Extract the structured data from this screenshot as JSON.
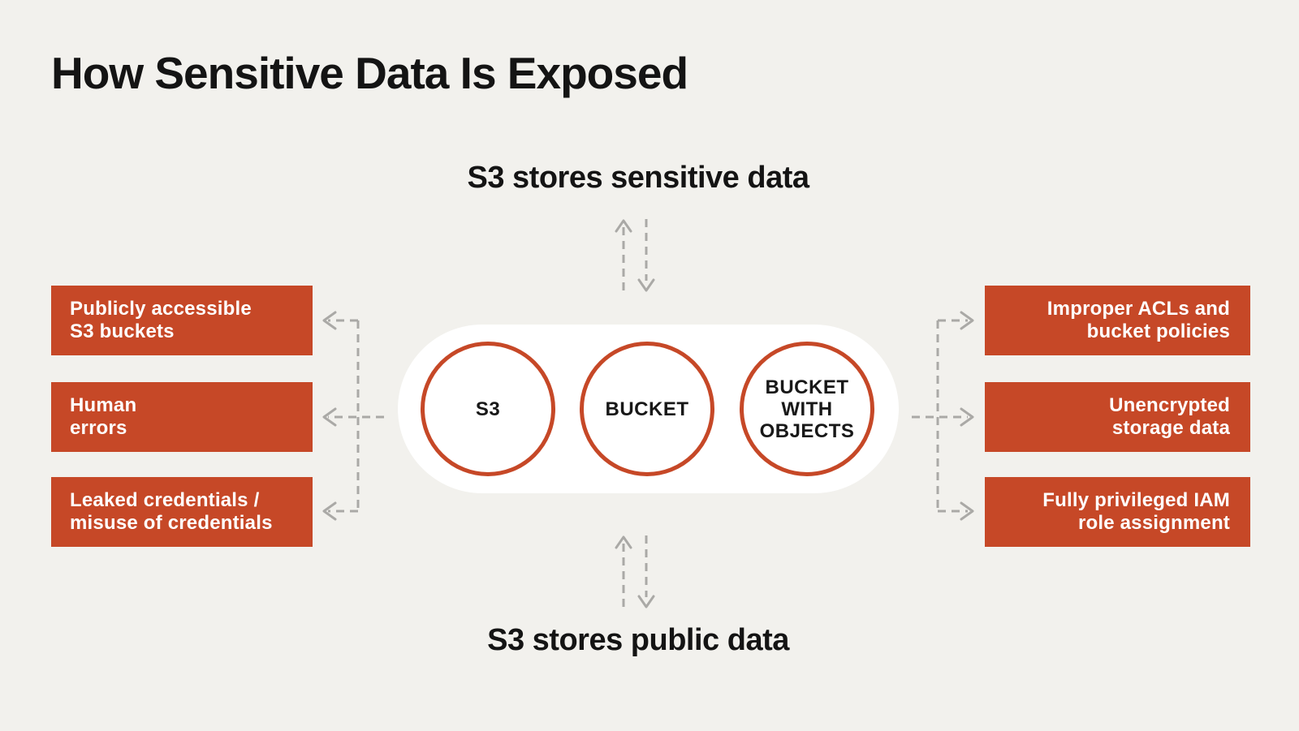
{
  "page": {
    "title": "How Sensitive Data Is Exposed"
  },
  "flow": {
    "top_label": "S3 stores sensitive data",
    "bottom_label": "S3 stores public data"
  },
  "pipeline": {
    "stages": [
      {
        "label": "S3"
      },
      {
        "label": "BUCKET"
      },
      {
        "label": "BUCKET\nWITH\nOBJECTS"
      }
    ]
  },
  "causes_left": [
    {
      "text": "Publicly accessible\nS3 buckets"
    },
    {
      "text": "Human\nerrors"
    },
    {
      "text": "Leaked credentials /\nmisuse of credentials"
    }
  ],
  "risks_right": [
    {
      "text": "Improper ACLs and\nbucket policies"
    },
    {
      "text": "Unencrypted\nstorage data"
    },
    {
      "text": "Fully privileged IAM\nrole assignment"
    }
  ],
  "colors": {
    "background": "#f2f1ed",
    "accent_red": "#c64827",
    "arrow_gray": "#aaa9a6",
    "text_dark": "#141414",
    "pill_white": "#ffffff"
  }
}
